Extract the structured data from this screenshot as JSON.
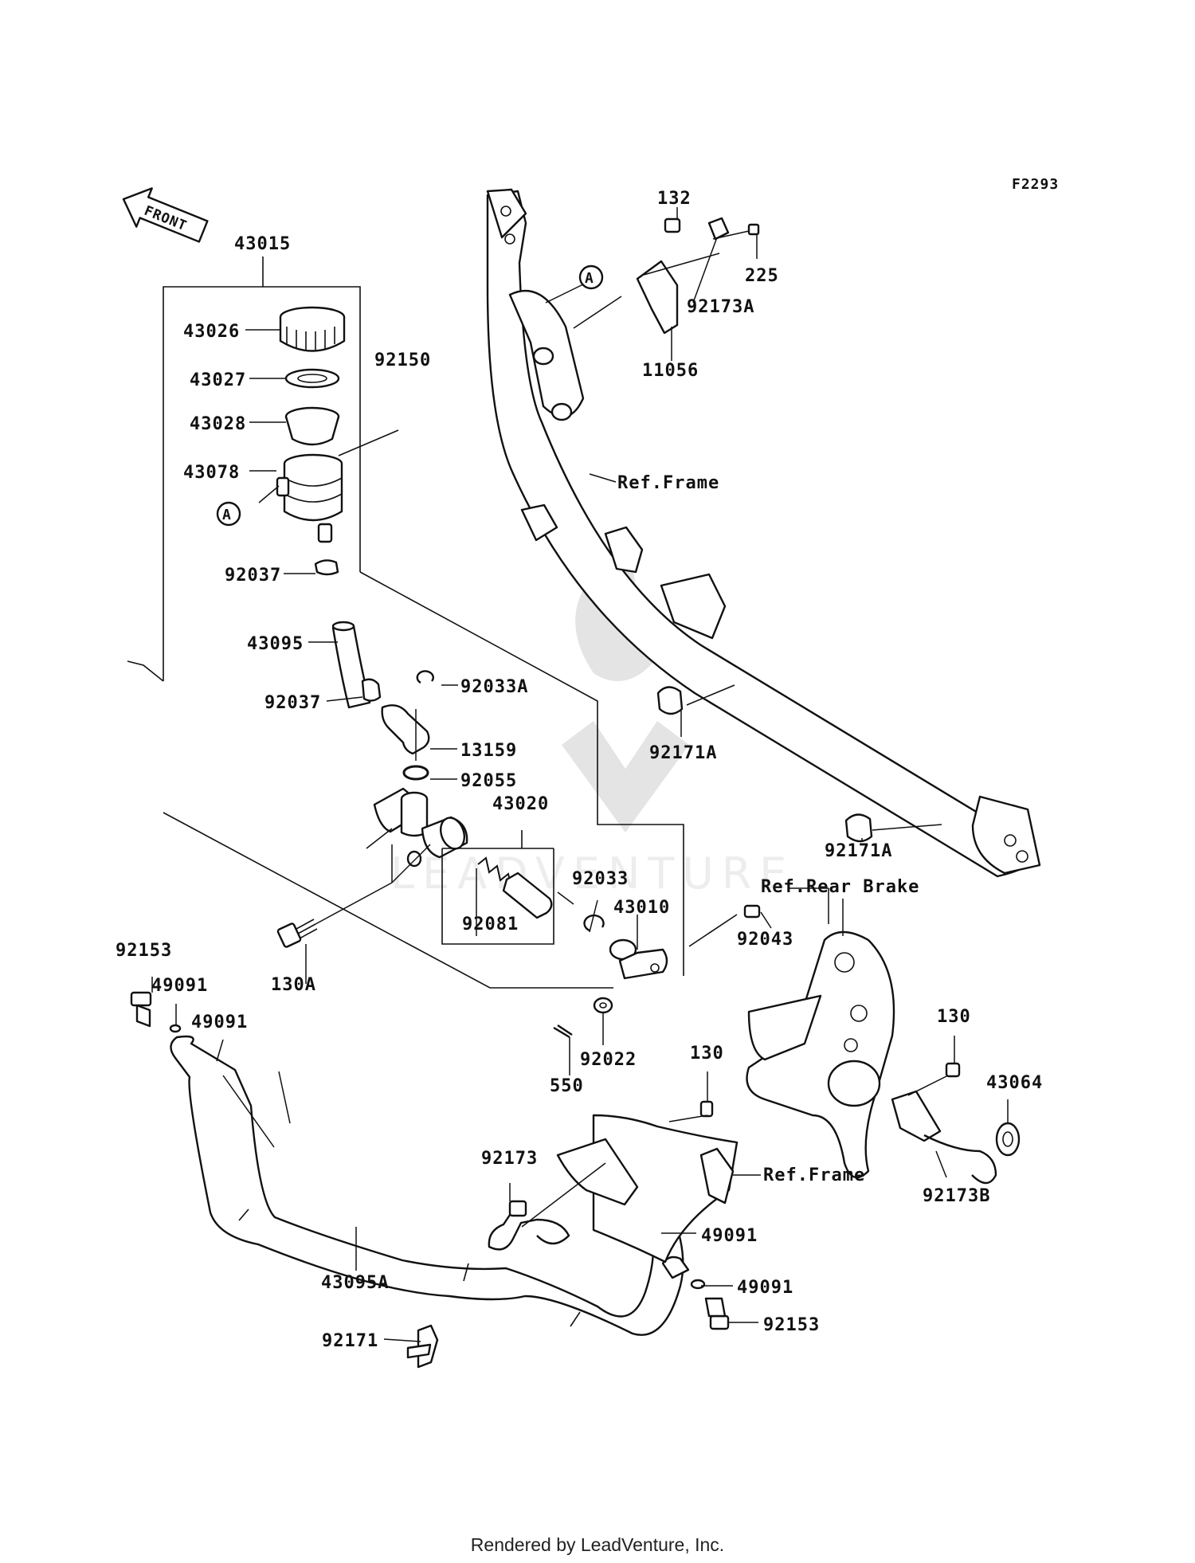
{
  "diagram_code": "F2293",
  "front_arrow_text": "FRONT",
  "callout_marker": "A",
  "references": {
    "frame": "Ref.Frame",
    "rear_brake": "Ref.Rear Brake"
  },
  "part_labels": {
    "p43015": "43015",
    "p43026": "43026",
    "p43027": "43027",
    "p43028": "43028",
    "p43078": "43078",
    "p92150": "92150",
    "p92037_top": "92037",
    "p43095": "43095",
    "p92037_bottom": "92037",
    "p92033A": "92033A",
    "p13159": "13159",
    "p92055": "92055",
    "p43020": "43020",
    "p92033": "92033",
    "p92081": "92081",
    "p43010": "43010",
    "p130A": "130A",
    "p92043": "92043",
    "p92022": "92022",
    "p550": "550",
    "p92153_left": "92153",
    "p49091_left_1": "49091",
    "p49091_left_2": "49091",
    "p132": "132",
    "p225": "225",
    "p92173A": "92173A",
    "p11056": "11056",
    "p92171A_1": "92171A",
    "p92171A_2": "92171A",
    "p130_right": "130",
    "p43064": "43064",
    "p92173B": "92173B",
    "p130_center": "130",
    "p92173": "92173",
    "p49091_right_1": "49091",
    "p49091_right_2": "49091",
    "p92153_right": "92153",
    "p43095A": "43095A",
    "p92171": "92171"
  },
  "footer": "Rendered by LeadVenture, Inc."
}
